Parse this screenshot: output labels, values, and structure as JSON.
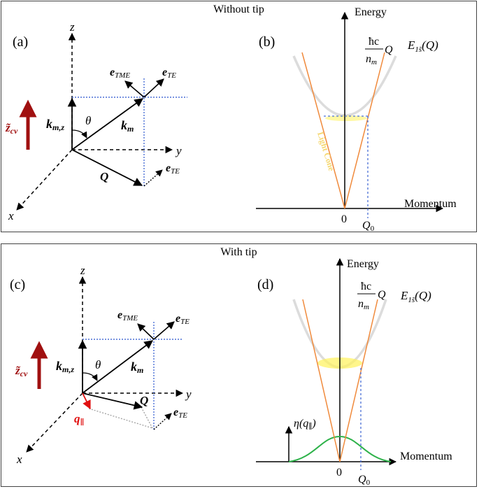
{
  "top": {
    "title": "Without tip",
    "panel_a": {
      "label": "(a)",
      "axis_z": "z",
      "axis_y": "y",
      "axis_x": "x",
      "e_tme_base": "e",
      "e_tme_sub": "TME",
      "e_te_base": "e",
      "e_te_sub": "TE",
      "e_te2_base": "e",
      "e_te2_sub": "TE",
      "kmz_base": "k",
      "kmz_sub": "m,z",
      "km_base": "k",
      "km_sub": "m",
      "theta": "θ",
      "Q": "Q",
      "zcv_base": "z̃",
      "zcv_sub": "cv"
    },
    "panel_b": {
      "label": "(b)",
      "energy": "Energy",
      "momentum": "Momentum",
      "zero": "0",
      "q0_base": "Q",
      "q0_sub": "0",
      "dispersion_base": "E",
      "dispersion_sub": "1̃s",
      "dispersion_arg": "(Q)",
      "hc": "ħc",
      "nm_base": "n",
      "nm_sub": "m",
      "hc_Q": "Q",
      "light_cone": "Light Cone"
    }
  },
  "bottom": {
    "title": "With tip",
    "panel_c": {
      "label": "(c)",
      "axis_z": "z",
      "axis_y": "y",
      "axis_x": "x",
      "e_tme_base": "e",
      "e_tme_sub": "TME",
      "e_te_base": "e",
      "e_te_sub": "TE",
      "e_te2_base": "e",
      "e_te2_sub": "TE",
      "kmz_base": "k",
      "kmz_sub": "m,z",
      "km_base": "k",
      "km_sub": "m",
      "theta": "θ",
      "Q": "Q",
      "q_par_base": "q",
      "q_par_sub": "∥",
      "zcv_base": "z̃",
      "zcv_sub": "cv"
    },
    "panel_d": {
      "label": "(d)",
      "energy": "Energy",
      "momentum": "Momentum",
      "zero": "0",
      "q0_base": "Q",
      "q0_sub": "0",
      "dispersion_base": "E",
      "dispersion_sub": "1̃s",
      "dispersion_arg": "(Q)",
      "hc": "ħc",
      "nm_base": "n",
      "nm_sub": "m",
      "hc_Q": "Q",
      "eta": "η(q",
      "eta_sub": "∥",
      "eta_close": ")"
    }
  },
  "colors": {
    "black": "#000000",
    "dotted_blue": "#4a6fd6",
    "dark_red": "#a01010",
    "red": "#e01010",
    "orange": "#f08a3c",
    "parabola": "#dcdcdc",
    "yellow": "#fff25a",
    "light_cone_text": "#f5d76e",
    "green": "#2eb24a",
    "grey_dotted": "#a0a0a0"
  }
}
